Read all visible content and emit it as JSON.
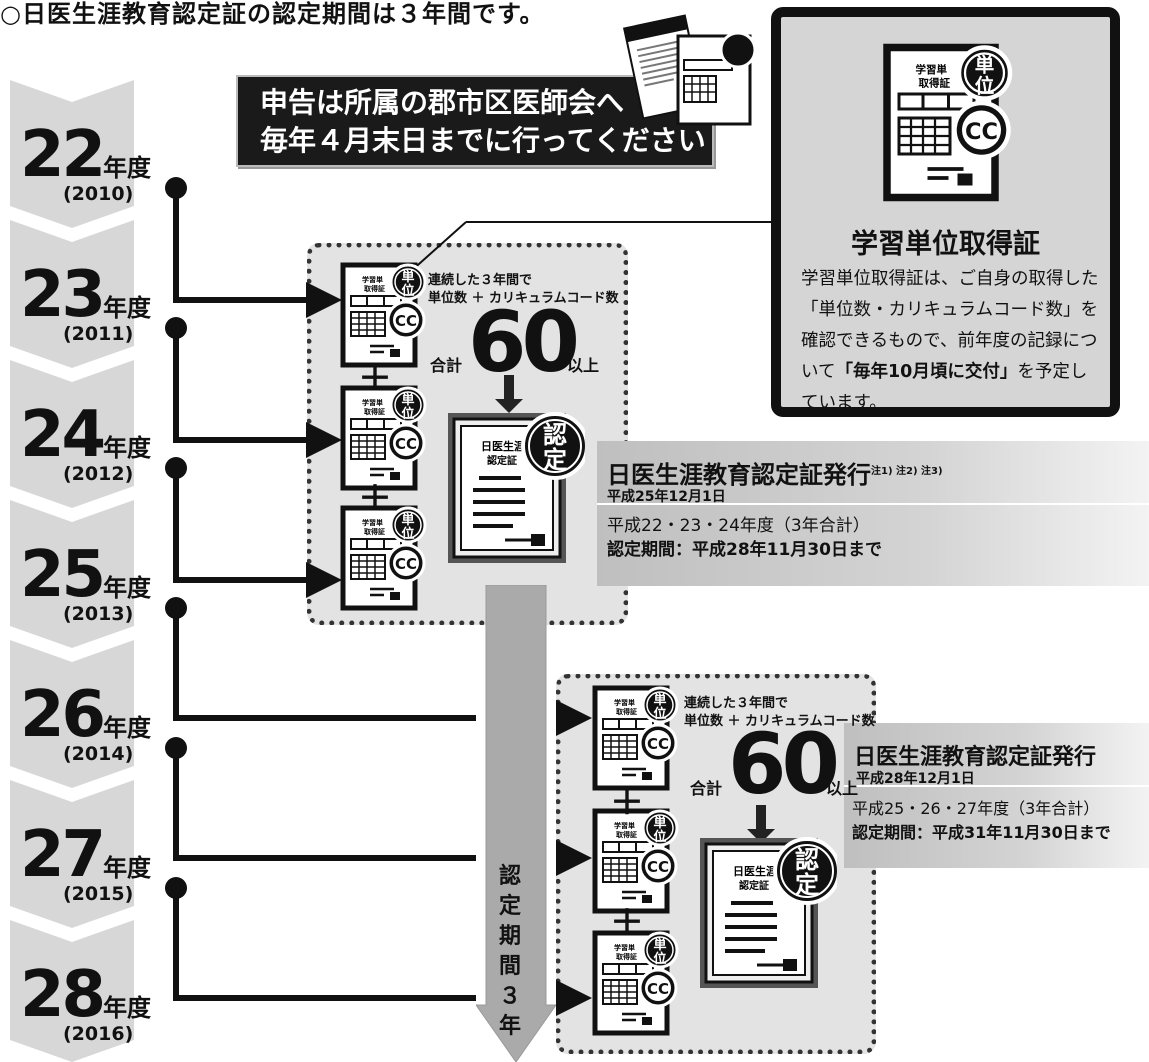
{
  "page_title": "○日医生涯教育認定証の認定期間は３年間です。",
  "notice": {
    "line1": "申告は所属の郡市区医師会へ",
    "line2": "毎年４月末日までに行ってください"
  },
  "years": [
    {
      "num": "22",
      "unit": "年度",
      "ad": "(2010)"
    },
    {
      "num": "23",
      "unit": "年度",
      "ad": "(2011)"
    },
    {
      "num": "24",
      "unit": "年度",
      "ad": "(2012)"
    },
    {
      "num": "25",
      "unit": "年度",
      "ad": "(2013)"
    },
    {
      "num": "26",
      "unit": "年度",
      "ad": "(2014)"
    },
    {
      "num": "27",
      "unit": "年度",
      "ad": "(2015)"
    },
    {
      "num": "28",
      "unit": "年度",
      "ad": "(2016)"
    }
  ],
  "info_card": {
    "title": "学習単位取得証",
    "body_1": "学習単位取得証は、ご自身の取得した「単位数・カリキュラムコード数」を確認できるもので、前年度の記録について",
    "body_bold": "「毎年10月頃に交付」",
    "body_2": "を予定しています。"
  },
  "certificate_icon": {
    "tan": "単",
    "i": "位",
    "cc": "CC",
    "nin": "認",
    "tei": "定",
    "doc_title_1": "日医生涯",
    "doc_title_2": "認定証",
    "card_title_1": "学習単",
    "card_title_2": "取得証"
  },
  "groups": [
    {
      "note_1": "連続した３年間で",
      "note_2": "単位数 ＋ カリキュラムコード数",
      "total_prefix": "合計",
      "total_value": "60",
      "total_suffix": "以上",
      "issue_title": "日医生涯教育認定証発行",
      "issue_notes": "注1) 注2) 注3)",
      "issue_date": "平成25年12月1日",
      "years_line": "平成22・23・24年度（3年合計）",
      "period_line": "認定期間：平成28年11月30日まで"
    },
    {
      "note_1": "連続した３年間で",
      "note_2": "単位数 ＋ カリキュラムコード数",
      "total_prefix": "合計",
      "total_value": "60",
      "total_suffix": "以上",
      "issue_title": "日医生涯教育認定証発行",
      "issue_notes": "",
      "issue_date": "平成28年12月1日",
      "years_line": "平成25・26・27年度（3年合計）",
      "period_line": "認定期間：平成31年11月30日まで"
    }
  ],
  "period_label": "認定期間３年",
  "plus_sign": "＋"
}
